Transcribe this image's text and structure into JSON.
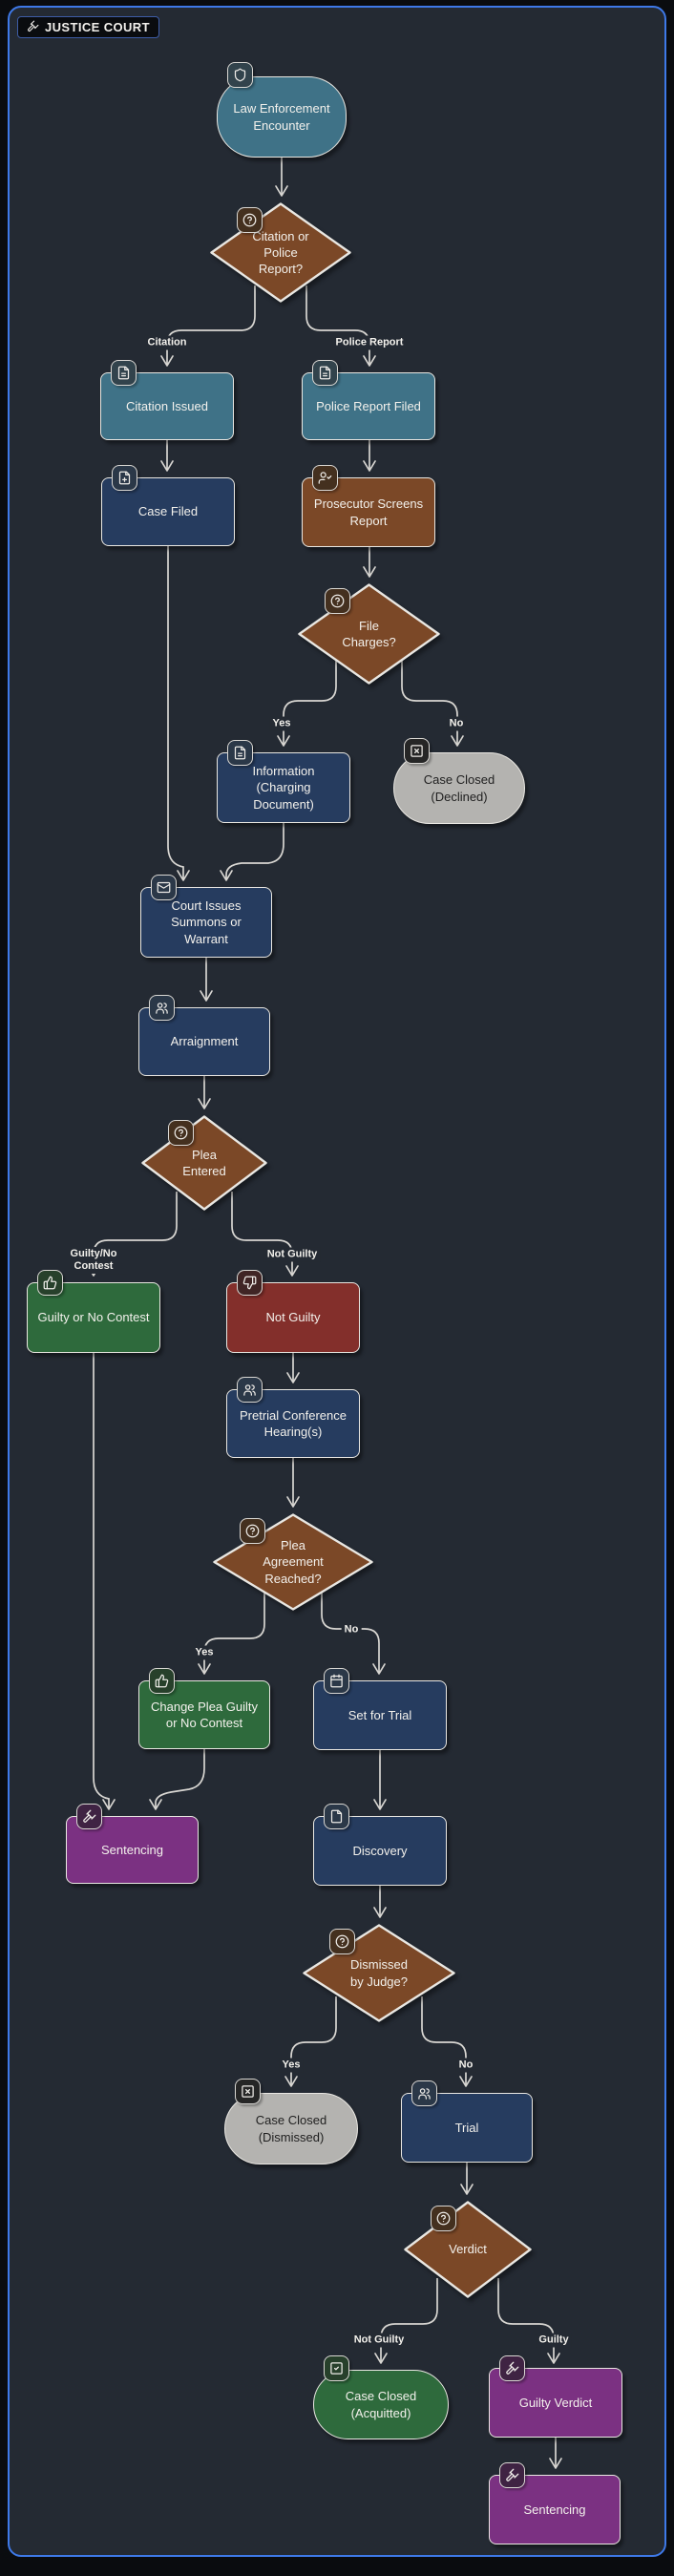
{
  "app": {
    "title": "JUSTICE COURT",
    "title_icon": "gavel-icon"
  },
  "colors": {
    "outer_background": "#0a0c0f",
    "canvas_background": "#242a33",
    "frame_border": "#3e79e8",
    "edge_line": "#d8d6d2",
    "node_border": "#e9e7e2",
    "text_light": "#f3f1ec",
    "text_dark": "#1f1f1f",
    "teal": {
      "fill": "#3f7287",
      "badge": "#32434c"
    },
    "blue": {
      "fill": "#263c5f",
      "badge": "#2b3848"
    },
    "brown": {
      "fill": "#7b4827",
      "badge": "#44301f"
    },
    "green": {
      "fill": "#2e6a3c",
      "badge": "#27402b"
    },
    "red": {
      "fill": "#832f2b",
      "badge": "#402525"
    },
    "purple": {
      "fill": "#7b3182",
      "badge": "#3f2343"
    },
    "gray": {
      "fill": "#b4b3b0",
      "badge": "#262626"
    }
  },
  "flowchart": {
    "nodes": [
      {
        "id": "law-enforcement-encounter",
        "label": "Law Enforcement Encounter",
        "shape": "stadium",
        "family": "teal",
        "icon": "shield-icon"
      },
      {
        "id": "citation-or-police-report",
        "label": "Citation or Police Report?",
        "shape": "decision",
        "family": "brown",
        "icon": "question-icon"
      },
      {
        "id": "citation-issued",
        "label": "Citation Issued",
        "shape": "process",
        "family": "teal",
        "icon": "file-text-icon"
      },
      {
        "id": "police-report-filed",
        "label": "Police Report Filed",
        "shape": "process",
        "family": "teal",
        "icon": "file-text-icon"
      },
      {
        "id": "case-filed",
        "label": "Case Filed",
        "shape": "process",
        "family": "blue",
        "icon": "file-plus-icon"
      },
      {
        "id": "prosecutor-screens-report",
        "label": "Prosecutor Screens Report",
        "shape": "process",
        "family": "brown",
        "icon": "user-check-icon"
      },
      {
        "id": "file-charges",
        "label": "File Charges?",
        "shape": "decision",
        "family": "brown",
        "icon": "question-icon"
      },
      {
        "id": "information-charging-document",
        "label": "Information (Charging Document)",
        "shape": "process",
        "family": "blue",
        "icon": "file-text-icon"
      },
      {
        "id": "case-closed-declined",
        "label": "Case Closed (Declined)",
        "shape": "stadium",
        "family": "gray",
        "icon": "square-x-icon"
      },
      {
        "id": "court-issues-summons-or-warrant",
        "label": "Court Issues Summons or Warrant",
        "shape": "process",
        "family": "blue",
        "icon": "mail-icon"
      },
      {
        "id": "arraignment",
        "label": "Arraignment",
        "shape": "process",
        "family": "blue",
        "icon": "users-icon"
      },
      {
        "id": "plea-entered",
        "label": "Plea Entered",
        "shape": "decision",
        "family": "brown",
        "icon": "question-icon"
      },
      {
        "id": "guilty-or-no-contest",
        "label": "Guilty or No Contest",
        "shape": "process",
        "family": "green",
        "icon": "thumbs-up-icon"
      },
      {
        "id": "not-guilty",
        "label": "Not Guilty",
        "shape": "process",
        "family": "red",
        "icon": "thumbs-down-icon"
      },
      {
        "id": "pretrial-conference-hearings",
        "label": "Pretrial Conference Hearing(s)",
        "shape": "process",
        "family": "blue",
        "icon": "users-icon"
      },
      {
        "id": "plea-agreement-reached",
        "label": "Plea Agreement Reached?",
        "shape": "decision",
        "family": "brown",
        "icon": "question-icon"
      },
      {
        "id": "change-plea-guilty-or-no-contest",
        "label": "Change Plea Guilty or No Contest",
        "shape": "process",
        "family": "green",
        "icon": "thumbs-up-icon"
      },
      {
        "id": "set-for-trial",
        "label": "Set for Trial",
        "shape": "process",
        "family": "blue",
        "icon": "calendar-icon"
      },
      {
        "id": "sentencing-left",
        "label": "Sentencing",
        "shape": "process",
        "family": "purple",
        "icon": "gavel-icon"
      },
      {
        "id": "discovery",
        "label": "Discovery",
        "shape": "process",
        "family": "blue",
        "icon": "file-icon"
      },
      {
        "id": "dismissed-by-judge",
        "label": "Dismissed by Judge?",
        "shape": "decision",
        "family": "brown",
        "icon": "question-icon"
      },
      {
        "id": "case-closed-dismissed",
        "label": "Case Closed (Dismissed)",
        "shape": "stadium",
        "family": "gray",
        "icon": "square-x-icon"
      },
      {
        "id": "trial",
        "label": "Trial",
        "shape": "process",
        "family": "blue",
        "icon": "users-icon"
      },
      {
        "id": "verdict",
        "label": "Verdict",
        "shape": "decision",
        "family": "brown",
        "icon": "question-icon"
      },
      {
        "id": "case-closed-acquitted",
        "label": "Case Closed (Acquitted)",
        "shape": "stadium",
        "family": "green",
        "icon": "square-check-icon"
      },
      {
        "id": "guilty-verdict",
        "label": "Guilty Verdict",
        "shape": "process",
        "family": "purple",
        "icon": "gavel-icon"
      },
      {
        "id": "sentencing-bottom",
        "label": "Sentencing",
        "shape": "process",
        "family": "purple",
        "icon": "gavel-icon"
      }
    ],
    "edges": [
      {
        "from": "law-enforcement-encounter",
        "to": "citation-or-police-report",
        "label": ""
      },
      {
        "from": "citation-or-police-report",
        "to": "citation-issued",
        "label": "Citation"
      },
      {
        "from": "citation-or-police-report",
        "to": "police-report-filed",
        "label": "Police Report"
      },
      {
        "from": "citation-issued",
        "to": "case-filed",
        "label": ""
      },
      {
        "from": "police-report-filed",
        "to": "prosecutor-screens-report",
        "label": ""
      },
      {
        "from": "prosecutor-screens-report",
        "to": "file-charges",
        "label": ""
      },
      {
        "from": "file-charges",
        "to": "information-charging-document",
        "label": "Yes"
      },
      {
        "from": "file-charges",
        "to": "case-closed-declined",
        "label": "No"
      },
      {
        "from": "case-filed",
        "to": "court-issues-summons-or-warrant",
        "label": ""
      },
      {
        "from": "information-charging-document",
        "to": "court-issues-summons-or-warrant",
        "label": ""
      },
      {
        "from": "court-issues-summons-or-warrant",
        "to": "arraignment",
        "label": ""
      },
      {
        "from": "arraignment",
        "to": "plea-entered",
        "label": ""
      },
      {
        "from": "plea-entered",
        "to": "guilty-or-no-contest",
        "label": "Guilty/No Contest"
      },
      {
        "from": "plea-entered",
        "to": "not-guilty",
        "label": "Not Guilty"
      },
      {
        "from": "not-guilty",
        "to": "pretrial-conference-hearings",
        "label": ""
      },
      {
        "from": "pretrial-conference-hearings",
        "to": "plea-agreement-reached",
        "label": ""
      },
      {
        "from": "plea-agreement-reached",
        "to": "change-plea-guilty-or-no-contest",
        "label": "Yes"
      },
      {
        "from": "plea-agreement-reached",
        "to": "set-for-trial",
        "label": "No"
      },
      {
        "from": "guilty-or-no-contest",
        "to": "sentencing-left",
        "label": ""
      },
      {
        "from": "change-plea-guilty-or-no-contest",
        "to": "sentencing-left",
        "label": ""
      },
      {
        "from": "set-for-trial",
        "to": "discovery",
        "label": ""
      },
      {
        "from": "discovery",
        "to": "dismissed-by-judge",
        "label": ""
      },
      {
        "from": "dismissed-by-judge",
        "to": "case-closed-dismissed",
        "label": "Yes"
      },
      {
        "from": "dismissed-by-judge",
        "to": "trial",
        "label": "No"
      },
      {
        "from": "trial",
        "to": "verdict",
        "label": ""
      },
      {
        "from": "verdict",
        "to": "case-closed-acquitted",
        "label": "Not Guilty"
      },
      {
        "from": "verdict",
        "to": "guilty-verdict",
        "label": "Guilty"
      },
      {
        "from": "guilty-verdict",
        "to": "sentencing-bottom",
        "label": ""
      }
    ]
  }
}
